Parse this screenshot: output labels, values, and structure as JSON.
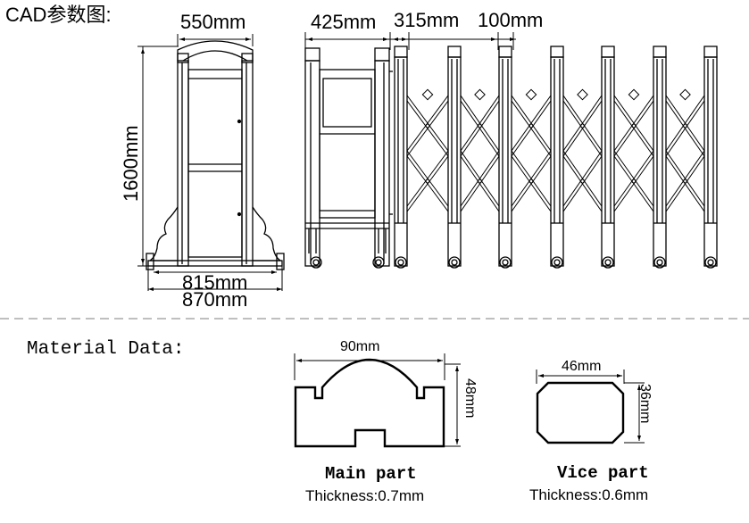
{
  "header": {
    "title": "CAD参数图:"
  },
  "cad": {
    "front_width": "550mm",
    "height": "1600mm",
    "base_inner": "815mm",
    "base_outer": "870mm",
    "panel_width": "425mm",
    "section_spacing": "315mm",
    "post_width": "100mm"
  },
  "material": {
    "label": "Material Data:",
    "main": {
      "width": "90mm",
      "height": "48mm",
      "name": "Main part",
      "thickness": "Thickness:0.7mm"
    },
    "vice": {
      "width": "46mm",
      "height": "36mm",
      "name": "Vice part",
      "thickness": "Thickness:0.6mm"
    }
  }
}
